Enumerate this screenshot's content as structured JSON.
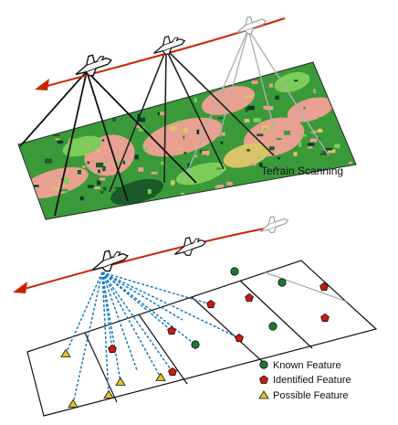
{
  "top_panel": {
    "label": "Terrain Scanning",
    "terrain_colors": [
      "#e8a090",
      "#3a9a3a",
      "#7ccd5a",
      "#1c5a2a",
      "#d9c46a",
      "#0e3a2a"
    ],
    "flight_path_color": "#cc2200"
  },
  "bottom_panel": {
    "legend": {
      "known": "Known Feature",
      "identified": "Identified Feature",
      "possible": "Possible Feature"
    },
    "colors": {
      "known": "#1a7a2a",
      "identified": "#cc1a10",
      "possible": "#e8c020",
      "scan_lines": "#1a7ac0"
    }
  }
}
